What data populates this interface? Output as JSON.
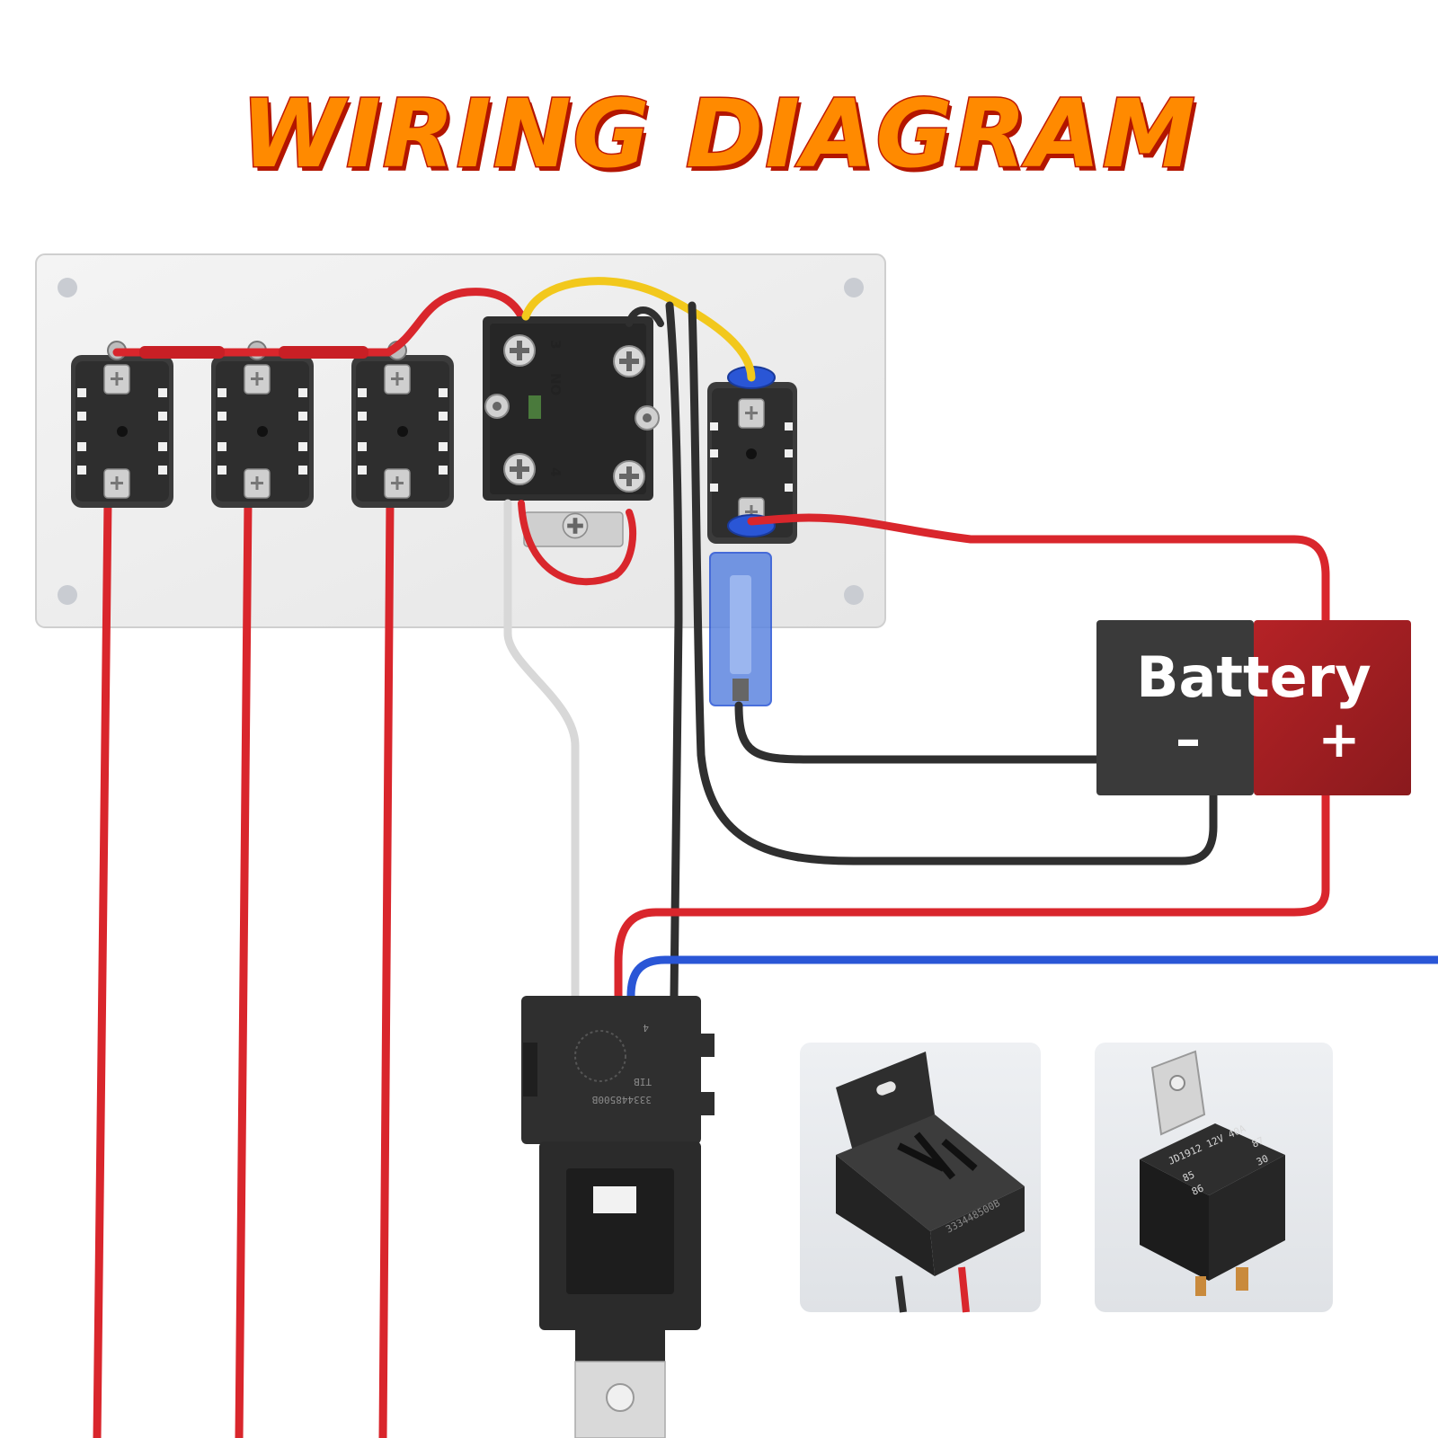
{
  "title": "WIRING DIAGRAM",
  "power_switch": {
    "terminal_top": "3",
    "terminal_label": "NO",
    "terminal_bottom": "4"
  },
  "battery": {
    "label": "Battery",
    "negative": "–",
    "positive": "+"
  },
  "relay_socket": {
    "marking_top": "4",
    "marking_code": "333448500B",
    "logo": "TIB"
  },
  "relay_cube": {
    "model": "JD1912 12V 40A",
    "pins": [
      "87",
      "30",
      "85",
      "86"
    ]
  },
  "socket_photo": {
    "marking": "333448500B"
  },
  "colors": {
    "title_fill": "#ff8a00",
    "title_stroke": "#c01a00",
    "wire_red": "#d9262c",
    "wire_black": "#2f2f2f",
    "wire_blue": "#2a56d6",
    "wire_yellow": "#f2c81c",
    "wire_white": "#d8d8d8",
    "battery_body": "#3a3a3a",
    "battery_positive": "#a41f22"
  }
}
